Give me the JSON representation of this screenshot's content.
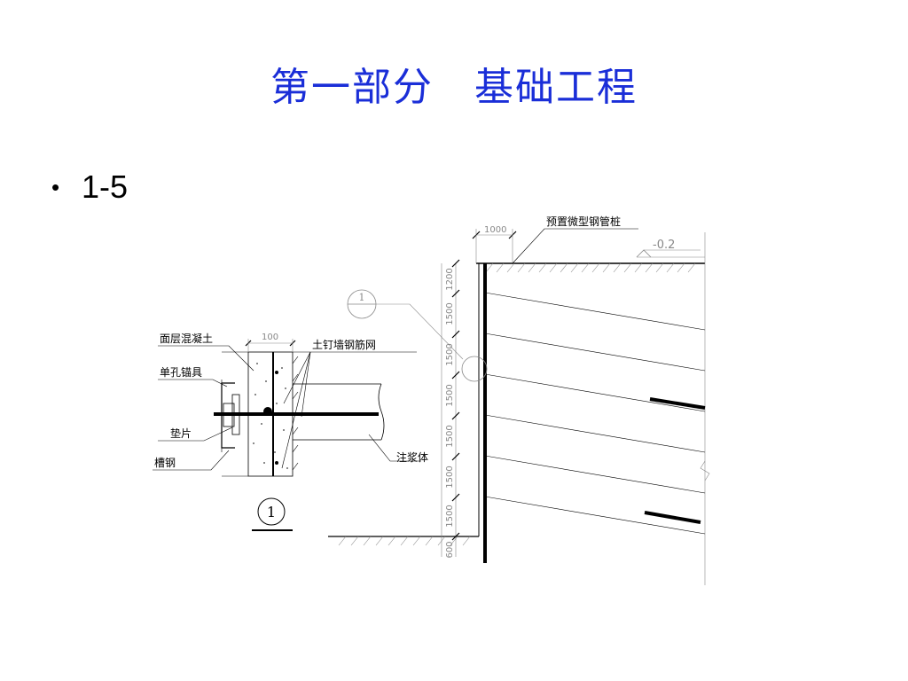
{
  "slide": {
    "title": "第一部分　基础工程",
    "bullet_symbol": "•",
    "bullet_text": "1-5"
  },
  "detail": {
    "label_face_concrete": "面层混凝土",
    "label_anchor": "单孔锚具",
    "label_pad": "垫片",
    "label_channel": "槽钢",
    "label_mesh": "土钉墙钢筋网",
    "label_grout": "注浆体",
    "dim_100": "100",
    "detail_number": "1"
  },
  "section": {
    "label_pile": "预置微型钢管桩",
    "dim_1000": "1000",
    "elevation": "-0.2",
    "callout_number": "1",
    "vertical_dims": [
      "1200",
      "1500",
      "1500",
      "1500",
      "1500",
      "1500",
      "1500",
      "600"
    ]
  },
  "colors": {
    "title": "#1a2ed8",
    "drawing": "#000000",
    "dimension": "#888888"
  }
}
